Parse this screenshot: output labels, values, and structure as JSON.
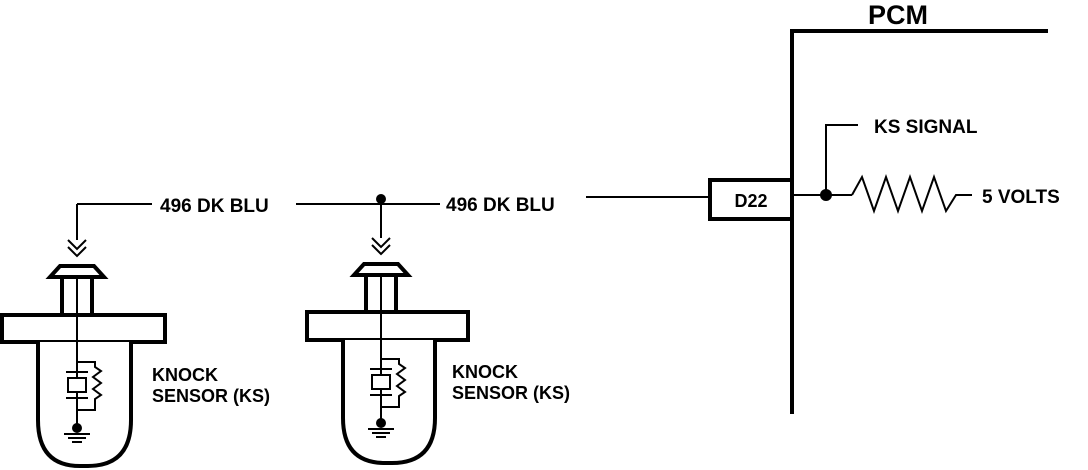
{
  "pcm": {
    "title": "PCM"
  },
  "pcm_internal": {
    "signal_label": "KS SIGNAL",
    "supply_label": "5 VOLTS",
    "terminal_label": "D22"
  },
  "wires": [
    {
      "label": "496 DK BLU"
    },
    {
      "label": "496 DK BLU"
    }
  ],
  "sensors": [
    {
      "label_line1": "KNOCK",
      "label_line2": "SENSOR (KS)"
    },
    {
      "label_line1": "KNOCK",
      "label_line2": "SENSOR (KS)"
    }
  ],
  "colors": {
    "line": "#000000",
    "background": "#ffffff"
  }
}
